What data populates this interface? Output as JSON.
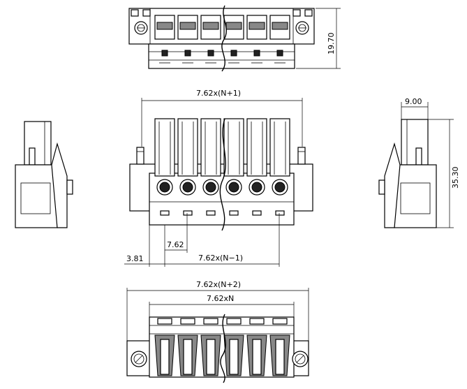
{
  "dimensions": {
    "top_height": "19.70",
    "front_width_n1": "7.62x(N+1)",
    "side_width": "9.00",
    "side_height": "35.30",
    "pitch": "7.62",
    "offset": "3.81",
    "width_n_minus_1": "7.62x(N−1)",
    "width_n2": "7.62x(N+2)",
    "width_n": "7.62xN"
  },
  "views": {
    "poles": 6,
    "pole_pitch": 33
  }
}
